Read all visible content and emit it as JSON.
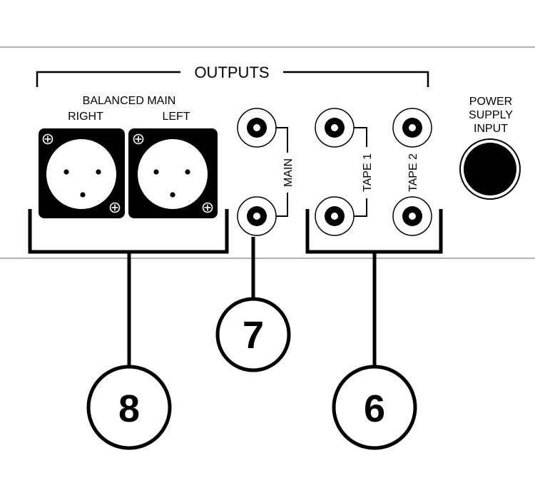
{
  "panel": {
    "outputs_heading": "OUTPUTS",
    "balanced": {
      "heading": "BALANCED MAIN",
      "right_label": "RIGHT",
      "left_label": "LEFT"
    },
    "rca": {
      "main_label": "MAIN",
      "tape1_label": "TAPE 1",
      "tape2_label": "TAPE 2"
    },
    "power": {
      "line1": "POWER",
      "line2": "SUPPLY",
      "line3": "INPUT"
    }
  },
  "callouts": {
    "balanced_outputs": "8",
    "main_outputs": "7",
    "tape_outputs": "6"
  },
  "colors": {
    "ink": "#000000",
    "panel_line": "#7f7f7f",
    "background": "#ffffff"
  }
}
